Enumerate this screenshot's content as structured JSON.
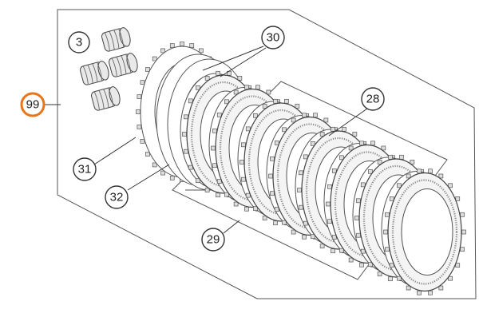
{
  "colors": {
    "highlight_ring": "#e8751a",
    "line": "#333333",
    "background": "#ffffff"
  },
  "callouts": {
    "c99": "99",
    "c3": "3",
    "c30": "30",
    "c28": "28",
    "c31": "31",
    "c32": "32",
    "c29": "29"
  },
  "parts": {
    "springs_count": 4,
    "friction_discs_count": 8
  }
}
